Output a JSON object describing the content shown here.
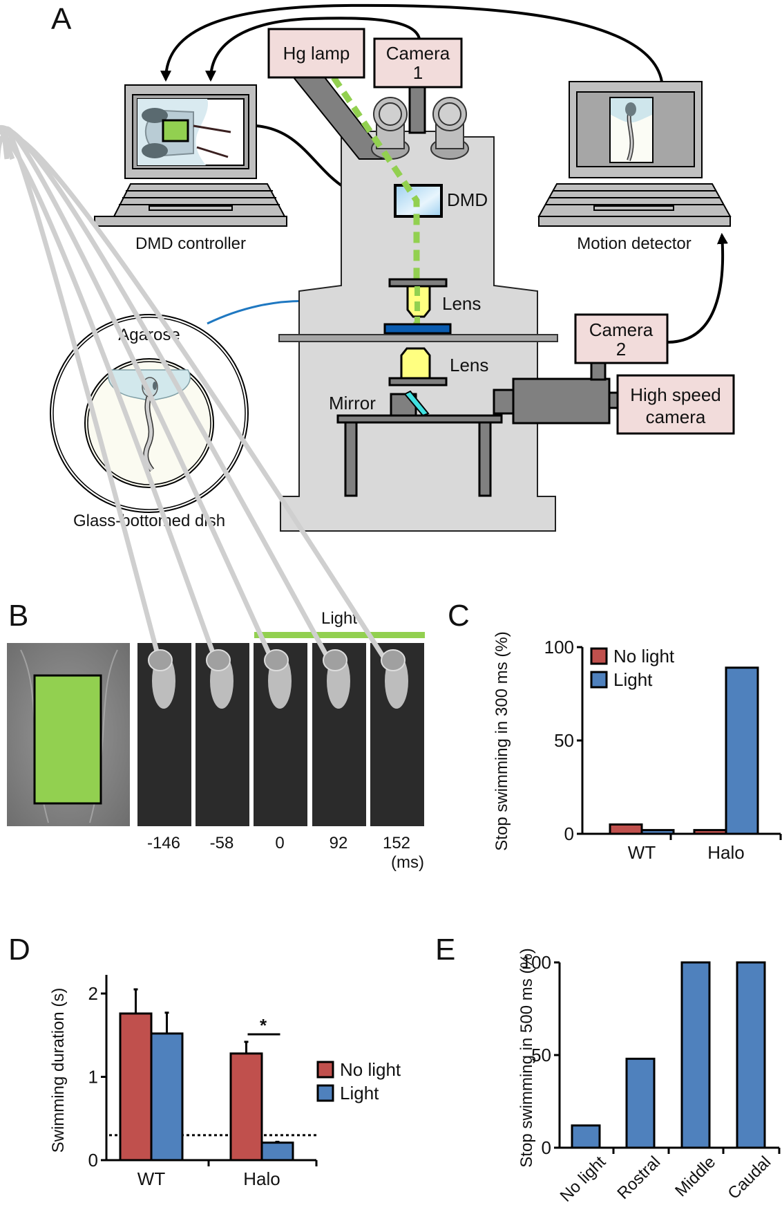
{
  "panels": {
    "A": {
      "letter": "A",
      "labels": {
        "hg_lamp": "Hg lamp",
        "camera1_line1": "Camera",
        "camera1_line2": "1",
        "dmd": "DMD",
        "lens_upper": "Lens",
        "lens_lower": "Lens",
        "mirror": "Mirror",
        "camera2_line1": "Camera",
        "camera2_line2": "2",
        "high_speed_line1": "High speed",
        "high_speed_line2": "camera",
        "dmd_controller": "DMD controller",
        "motion_detector": "Motion detector",
        "agarose": "Agarose",
        "dish": "Glass-bottomed dish"
      }
    },
    "B": {
      "letter": "B",
      "light_label": "Light",
      "frames": [
        "-146",
        "-58",
        "0",
        "92",
        "152"
      ],
      "unit": "(ms)"
    }
  },
  "colors": {
    "no_light": "#c0504d",
    "light": "#4f81bd",
    "stim_green": "#92d050",
    "box_pink": "#f2dcdb"
  },
  "chart_data": [
    {
      "id": "C",
      "letter": "C",
      "type": "bar",
      "title": "",
      "xlabel": "",
      "ylabel": "Stop swimming in 300 ms (%)",
      "categories": [
        "WT",
        "Halo"
      ],
      "series": [
        {
          "name": "No light",
          "values": [
            5,
            2
          ]
        },
        {
          "name": "Light",
          "values": [
            2,
            89
          ]
        }
      ],
      "ylim": [
        0,
        100
      ],
      "yticks": [
        "0",
        "50",
        "100"
      ],
      "ytick_values": [
        0,
        50,
        100
      ],
      "legend": "top-left"
    },
    {
      "id": "D",
      "letter": "D",
      "type": "bar",
      "title": "",
      "xlabel": "",
      "ylabel": "Swimming duration (s)",
      "categories": [
        "WT",
        "Halo"
      ],
      "series": [
        {
          "name": "No light",
          "values": [
            1.76,
            1.28
          ],
          "errors": [
            0.29,
            0.14
          ]
        },
        {
          "name": "Light",
          "values": [
            1.52,
            0.21
          ],
          "errors": [
            0.25,
            0.01
          ]
        }
      ],
      "ylim": [
        0,
        2.2
      ],
      "yticks": [
        "0",
        "1",
        "2"
      ],
      "ytick_values": [
        0,
        1,
        2
      ],
      "reference_line": 0.3,
      "significance": {
        "label": "*",
        "category": "Halo"
      },
      "legend": "right"
    },
    {
      "id": "E",
      "letter": "E",
      "type": "bar",
      "title": "",
      "xlabel": "",
      "ylabel": "Stop swimming in 500 ms (%)",
      "categories": [
        "No light",
        "Rostral",
        "Middle",
        "Caudal"
      ],
      "values": [
        12,
        48,
        100,
        100
      ],
      "ylim": [
        0,
        100
      ],
      "yticks": [
        "0",
        "50",
        "100"
      ],
      "ytick_values": [
        0,
        50,
        100
      ],
      "legend": "none"
    }
  ]
}
